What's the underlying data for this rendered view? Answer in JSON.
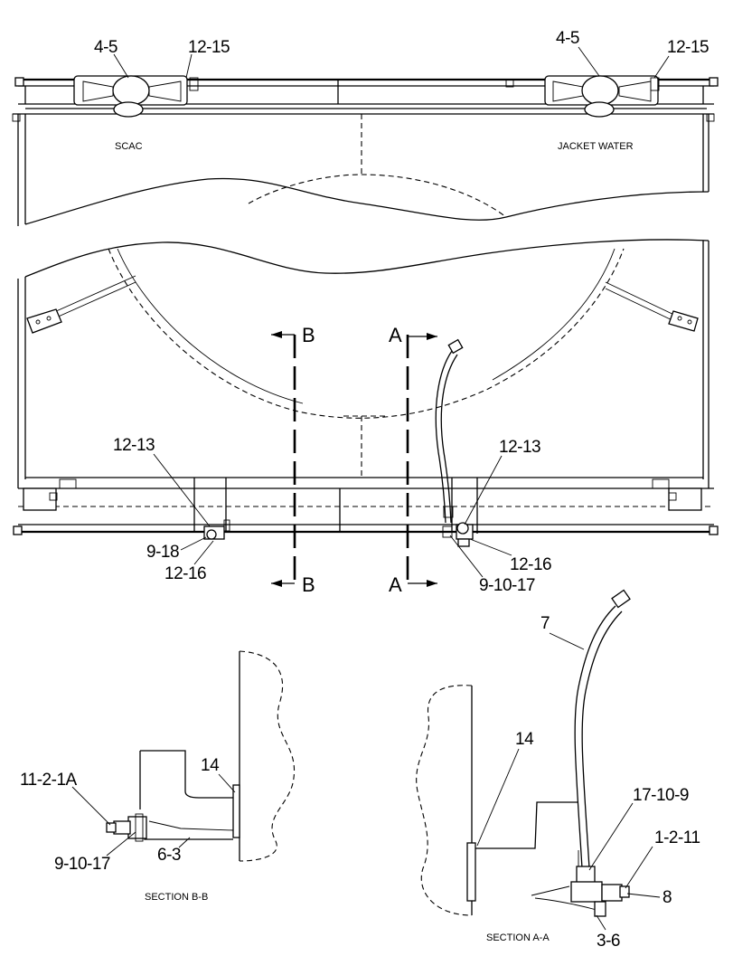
{
  "drawing": {
    "labels": {
      "scac": "SCAC",
      "jacket_water": "JACKET WATER",
      "section_b_title": "SECTION B-B",
      "section_a_title": "SECTION A-A",
      "cut_b": "B",
      "cut_a": "A"
    },
    "callouts": {
      "top_left_45": "4-5",
      "top_left_1215": "12-15",
      "top_right_45": "4-5",
      "top_right_1215": "12-15",
      "left_1213": "12-13",
      "left_918": "9-18",
      "left_1216": "12-16",
      "right_1213": "12-13",
      "right_1216": "12-16",
      "right_91017": "9-10-17",
      "a_7": "7",
      "a_14": "14",
      "a_17109": "17-10-9",
      "a_1211": "1-2-11",
      "a_8": "8",
      "a_36": "3-6",
      "b_14": "14",
      "b_1121a": "11-2-1A",
      "b_91017": "9-10-17",
      "b_63": "6-3"
    }
  }
}
